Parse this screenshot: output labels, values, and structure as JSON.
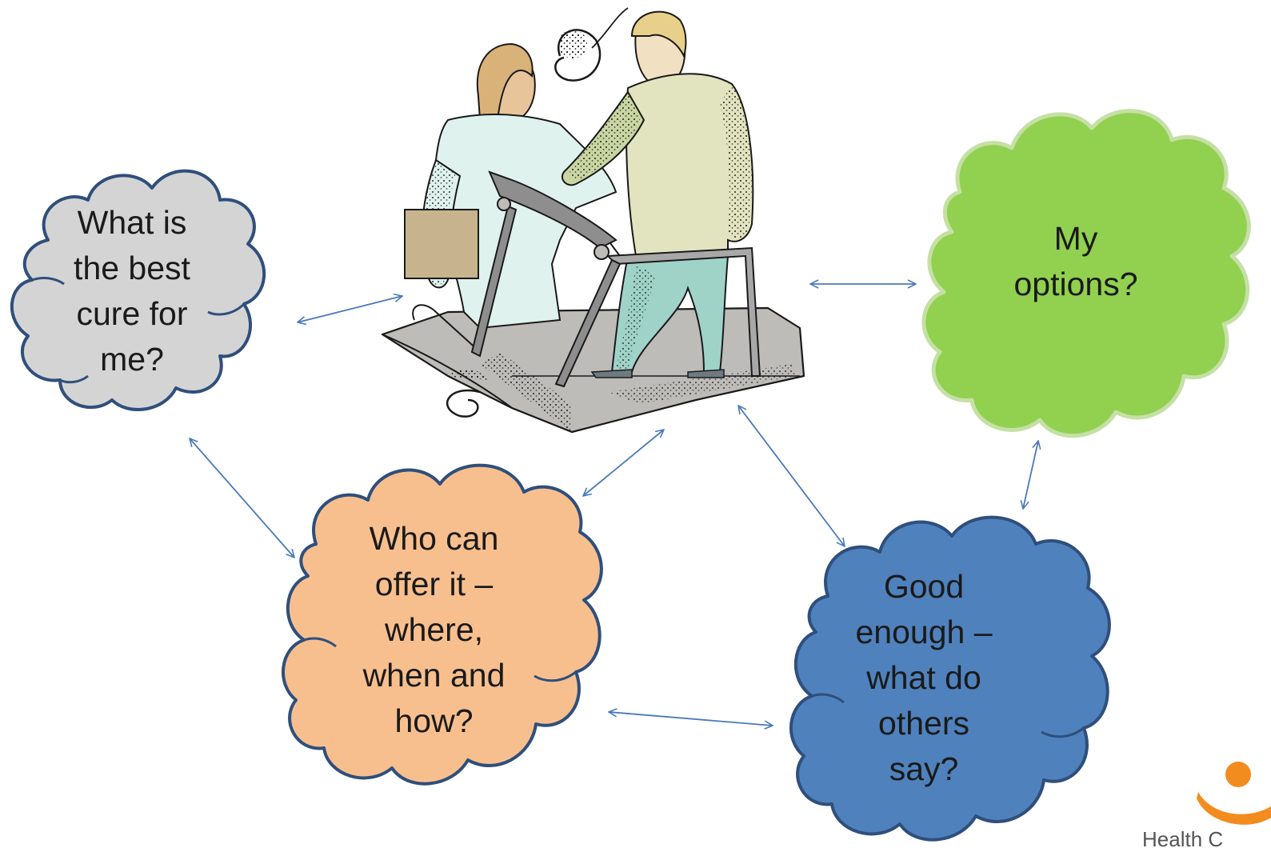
{
  "colors": {
    "background": "#ffffff",
    "arrow": "#4a7ab8",
    "outline": "#2f4f7c",
    "grey_cloud": "#d4d4d4",
    "green_cloud": "#92d050",
    "green_cloud_edge": "#c5e0a5",
    "orange_cloud": "#f8bf8e",
    "blue_cloud": "#4f81bd",
    "brand_orange": "#f28c1e"
  },
  "clouds": {
    "best_cure": {
      "text": "What is\nthe best\ncure for\nme?",
      "color": "grey"
    },
    "options": {
      "text": "My\noptions?",
      "color": "green"
    },
    "who_can_offer": {
      "text": "Who can\noffer it –\nwhere,\nwhen and\nhow?",
      "color": "orange"
    },
    "good_enough": {
      "text": "Good\nenough –\nwhat do\nothers\nsay?",
      "color": "blue"
    }
  },
  "illustration": {
    "icon": "patient-treadmill-illustration"
  },
  "brand": {
    "icon": "health-logo-icon",
    "text": "Health C"
  }
}
